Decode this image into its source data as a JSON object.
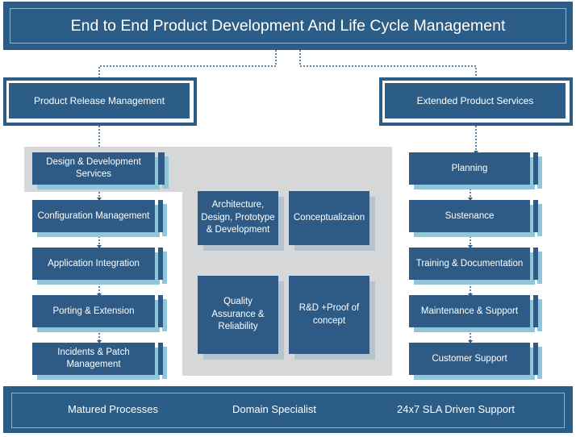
{
  "title": "End to End Product Development And  Life Cycle Management",
  "left_header": "Product Release Management",
  "right_header": "Extended Product Services",
  "left_column": [
    "Design & Development Services",
    "Configuration Management",
    "Application Integration",
    "Porting & Extension",
    "Incidents & Patch Management"
  ],
  "center": {
    "top_left": "Architecture, Design, Prototype & Development",
    "top_right": "Conceptualizaion",
    "bottom_left": "Quality Assurance & Reliability",
    "bottom_right": "R&D +Proof of concept"
  },
  "right_column": [
    "Planning",
    "Sustenance",
    "Training & Documentation",
    "Maintenance & Support",
    "Customer Support"
  ],
  "footer": [
    "Matured Processes",
    "Domain Specialist",
    "24x7 SLA Driven Support"
  ],
  "colors": {
    "primary": "#2c5d86",
    "accent_shadow": "#8fc6d9",
    "panel_grey": "#d6d7d9"
  }
}
